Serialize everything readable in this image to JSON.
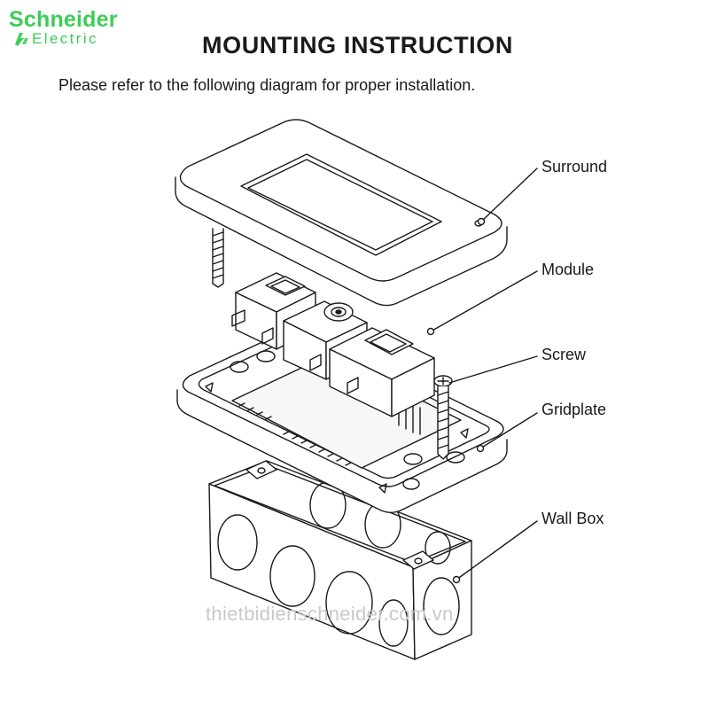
{
  "brand": {
    "name_top": "Schneider",
    "name_bottom": "Electric",
    "color": "#3dcd58"
  },
  "header": {
    "title": "MOUNTING INSTRUCTION",
    "subtitle": "Please refer to the following diagram for proper installation."
  },
  "diagram": {
    "callouts": [
      {
        "label": "Surround"
      },
      {
        "label": "Module"
      },
      {
        "label": "Screw"
      },
      {
        "label": "Gridplate"
      },
      {
        "label": "Wall Box"
      }
    ]
  },
  "watermark": "thietbidienschneider.com.vn"
}
